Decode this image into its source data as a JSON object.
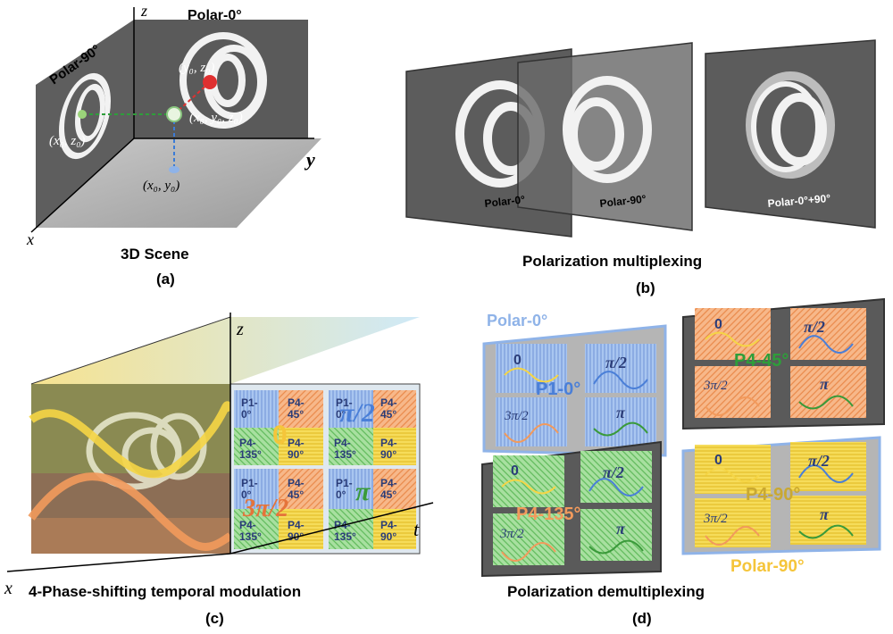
{
  "panel_a": {
    "axis_z": "z",
    "axis_y": "y",
    "axis_x": "x",
    "polar0": "Polar-0°",
    "polar90": "Polar-90°",
    "pt_yz": "(y₀, z₀)",
    "pt_xyz": "(x₀, y₀, z₀)",
    "pt_xz": "(x₀, z₀)",
    "pt_xy": "(x₀, y₀)",
    "caption": "3D   Scene",
    "letter": "(a)"
  },
  "panel_b": {
    "plane1": "Polar-0°",
    "plane2": "Polar-90°",
    "plane3": "Polar-0°+90°",
    "caption": "Polarization  multiplexing",
    "letter": "(b)"
  },
  "panel_c": {
    "axis_z": "z",
    "axis_t": "t",
    "axis_x": "x",
    "cells": [
      "P1-\n0°",
      "P4-\n45°",
      "P4-\n135°",
      "P4-\n90°"
    ],
    "phase0": "0",
    "phase1": "π/2",
    "phase2": "3π/2",
    "phase3": "π",
    "caption": "4-Phase-shifting  temporal modulation",
    "letter": "(c)"
  },
  "panel_d": {
    "q1_title": "Polar-0°",
    "q1_center": "P1-0°",
    "q2_center": "P4-45°",
    "q3_center": "P4-135°",
    "q4_title": "Polar-90°",
    "q4_center": "P4-90°",
    "ph0": "0",
    "ph1": "π/2",
    "ph2": "3π/2",
    "ph3": "π",
    "caption": "Polarization  demultiplexing",
    "letter": "(d)"
  },
  "colors": {
    "blue": "#8fb3e8",
    "orange": "#f29a5c",
    "green": "#8fd28a",
    "yellow": "#f5d545"
  }
}
